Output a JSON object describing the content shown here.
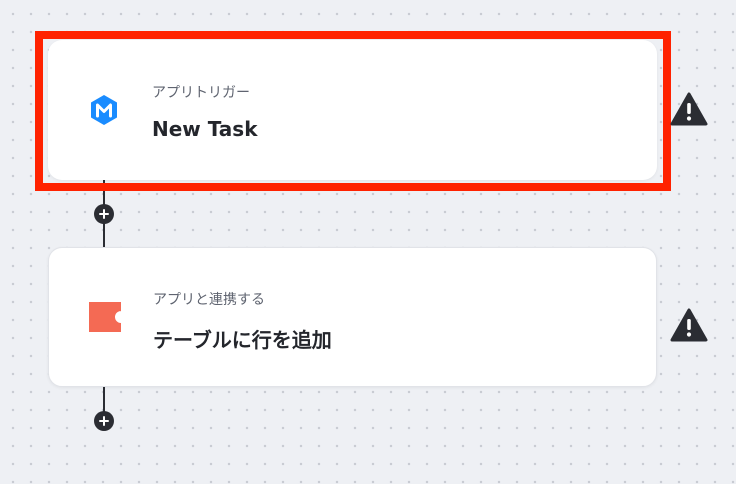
{
  "flow": {
    "steps": [
      {
        "type_label": "アプリトリガー",
        "title": "New Task",
        "icon": "meistertask-app-icon",
        "icon_color": "#1a8cff",
        "selected": true,
        "warning_icon": "warning-triangle-icon"
      },
      {
        "type_label": "アプリと連携する",
        "title": "テーブルに行を追加",
        "icon": "coda-app-icon",
        "icon_color": "#f46a54",
        "selected": false,
        "warning_icon": "warning-triangle-icon"
      }
    ],
    "add_step_icon": "plus-icon"
  },
  "colors": {
    "highlight": "#ff2200",
    "connector": "#2b2d33",
    "canvas": "#eef0f4"
  }
}
